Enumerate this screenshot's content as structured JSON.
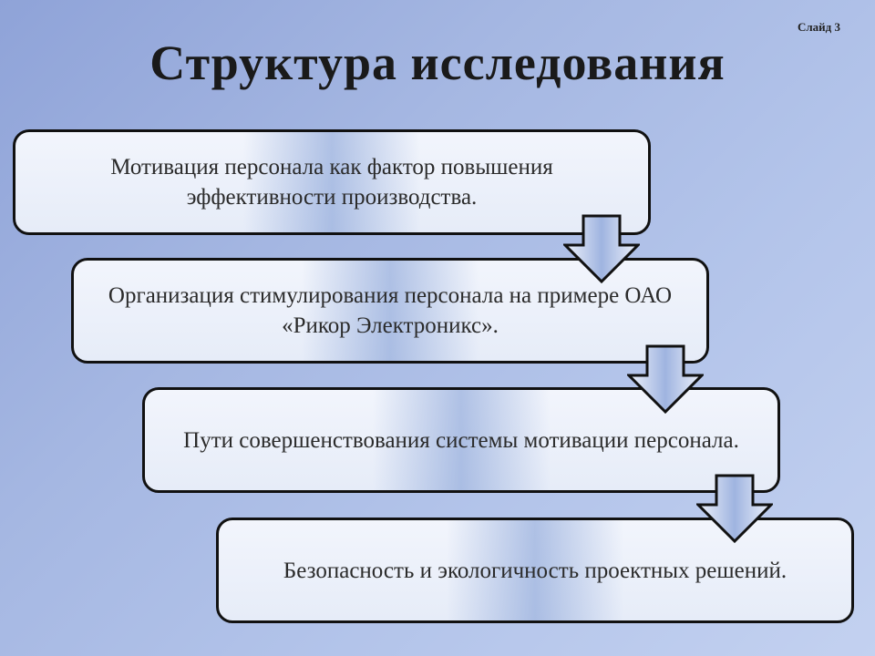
{
  "slide_label": "Слайд 3",
  "title": "Структура исследования",
  "steps": [
    {
      "text": "Мотивация персонала как фактор повышения эффективности производства."
    },
    {
      "text": "Организация стимулирования персонала на примере ОАО «Рикор Электроникс»."
    },
    {
      "text": "Пути совершенствования системы мотивации персонала."
    },
    {
      "text": "Безопасность и экологичность проектных решений."
    }
  ],
  "colors": {
    "box_border": "#111111",
    "box_fill": "#e6ecf8",
    "accent_gradient": "#7896d2",
    "text": "#2b2b2b"
  },
  "icons": [
    "down-arrow-icon"
  ]
}
